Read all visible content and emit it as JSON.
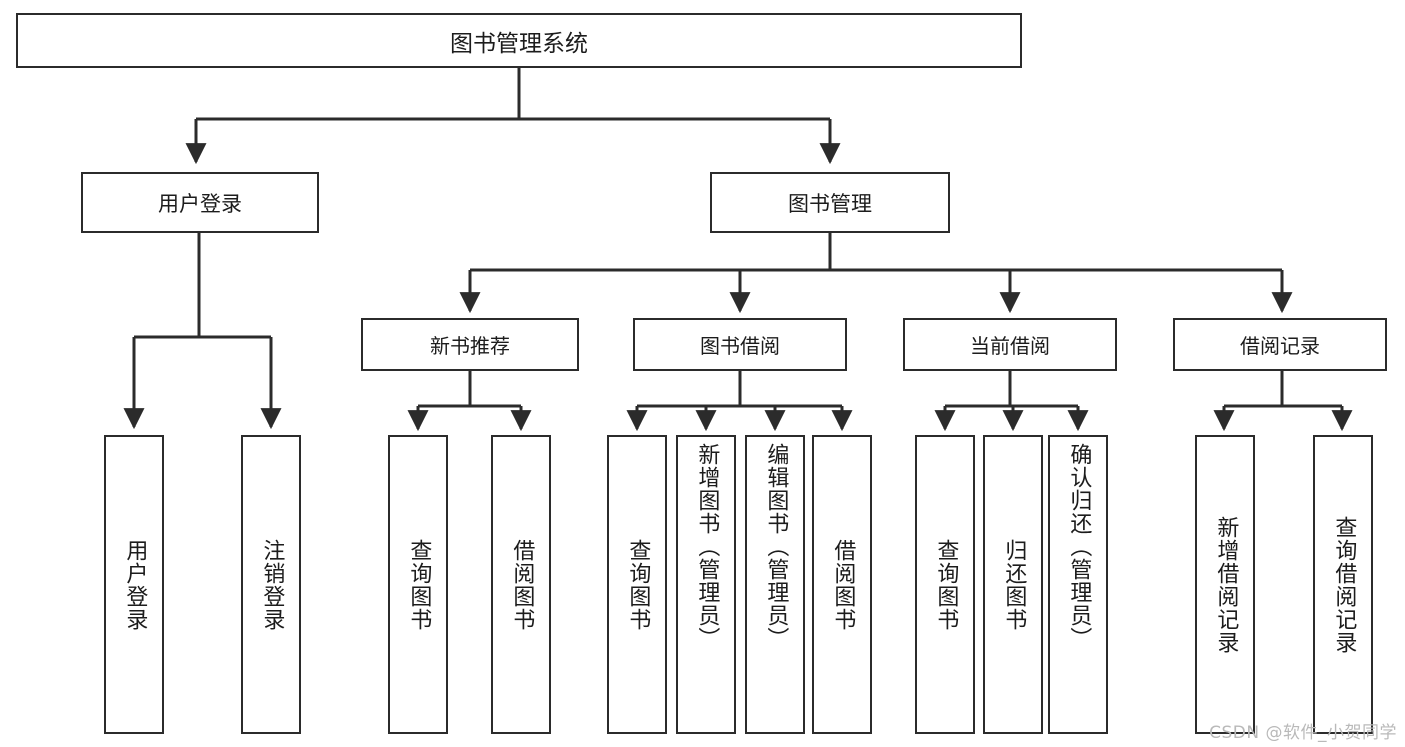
{
  "diagram": {
    "title": "图书管理系统",
    "watermark": "CSDN @软件_小贺同学",
    "edge_color": "#2b2b2b",
    "box_border_color": "#2b2b2b",
    "background_color": "#ffffff",
    "text_color": "#1c1c1c",
    "nodes": {
      "root": {
        "label": "图书管理系统"
      },
      "level2": [
        {
          "label": "用户登录"
        },
        {
          "label": "图书管理"
        }
      ],
      "level3": [
        {
          "label": "新书推荐"
        },
        {
          "label": "图书借阅"
        },
        {
          "label": "当前借阅"
        },
        {
          "label": "借阅记录"
        }
      ],
      "leaves": {
        "user_login": [
          {
            "label": "用户登录"
          },
          {
            "label": "注销登录"
          }
        ],
        "new_book_recommend": [
          {
            "label": "查询图书"
          },
          {
            "label": "借阅图书"
          }
        ],
        "book_borrow": [
          {
            "label": "查询图书"
          },
          {
            "label": "新增图书（管理员）"
          },
          {
            "label": "编辑图书（管理员）"
          },
          {
            "label": "借阅图书"
          }
        ],
        "current_borrow": [
          {
            "label": "查询图书"
          },
          {
            "label": "归还图书"
          },
          {
            "label": "确认归还（管理员）"
          }
        ],
        "borrow_records": [
          {
            "label": "新增借阅记录"
          },
          {
            "label": "查询借阅记录"
          }
        ]
      }
    }
  }
}
